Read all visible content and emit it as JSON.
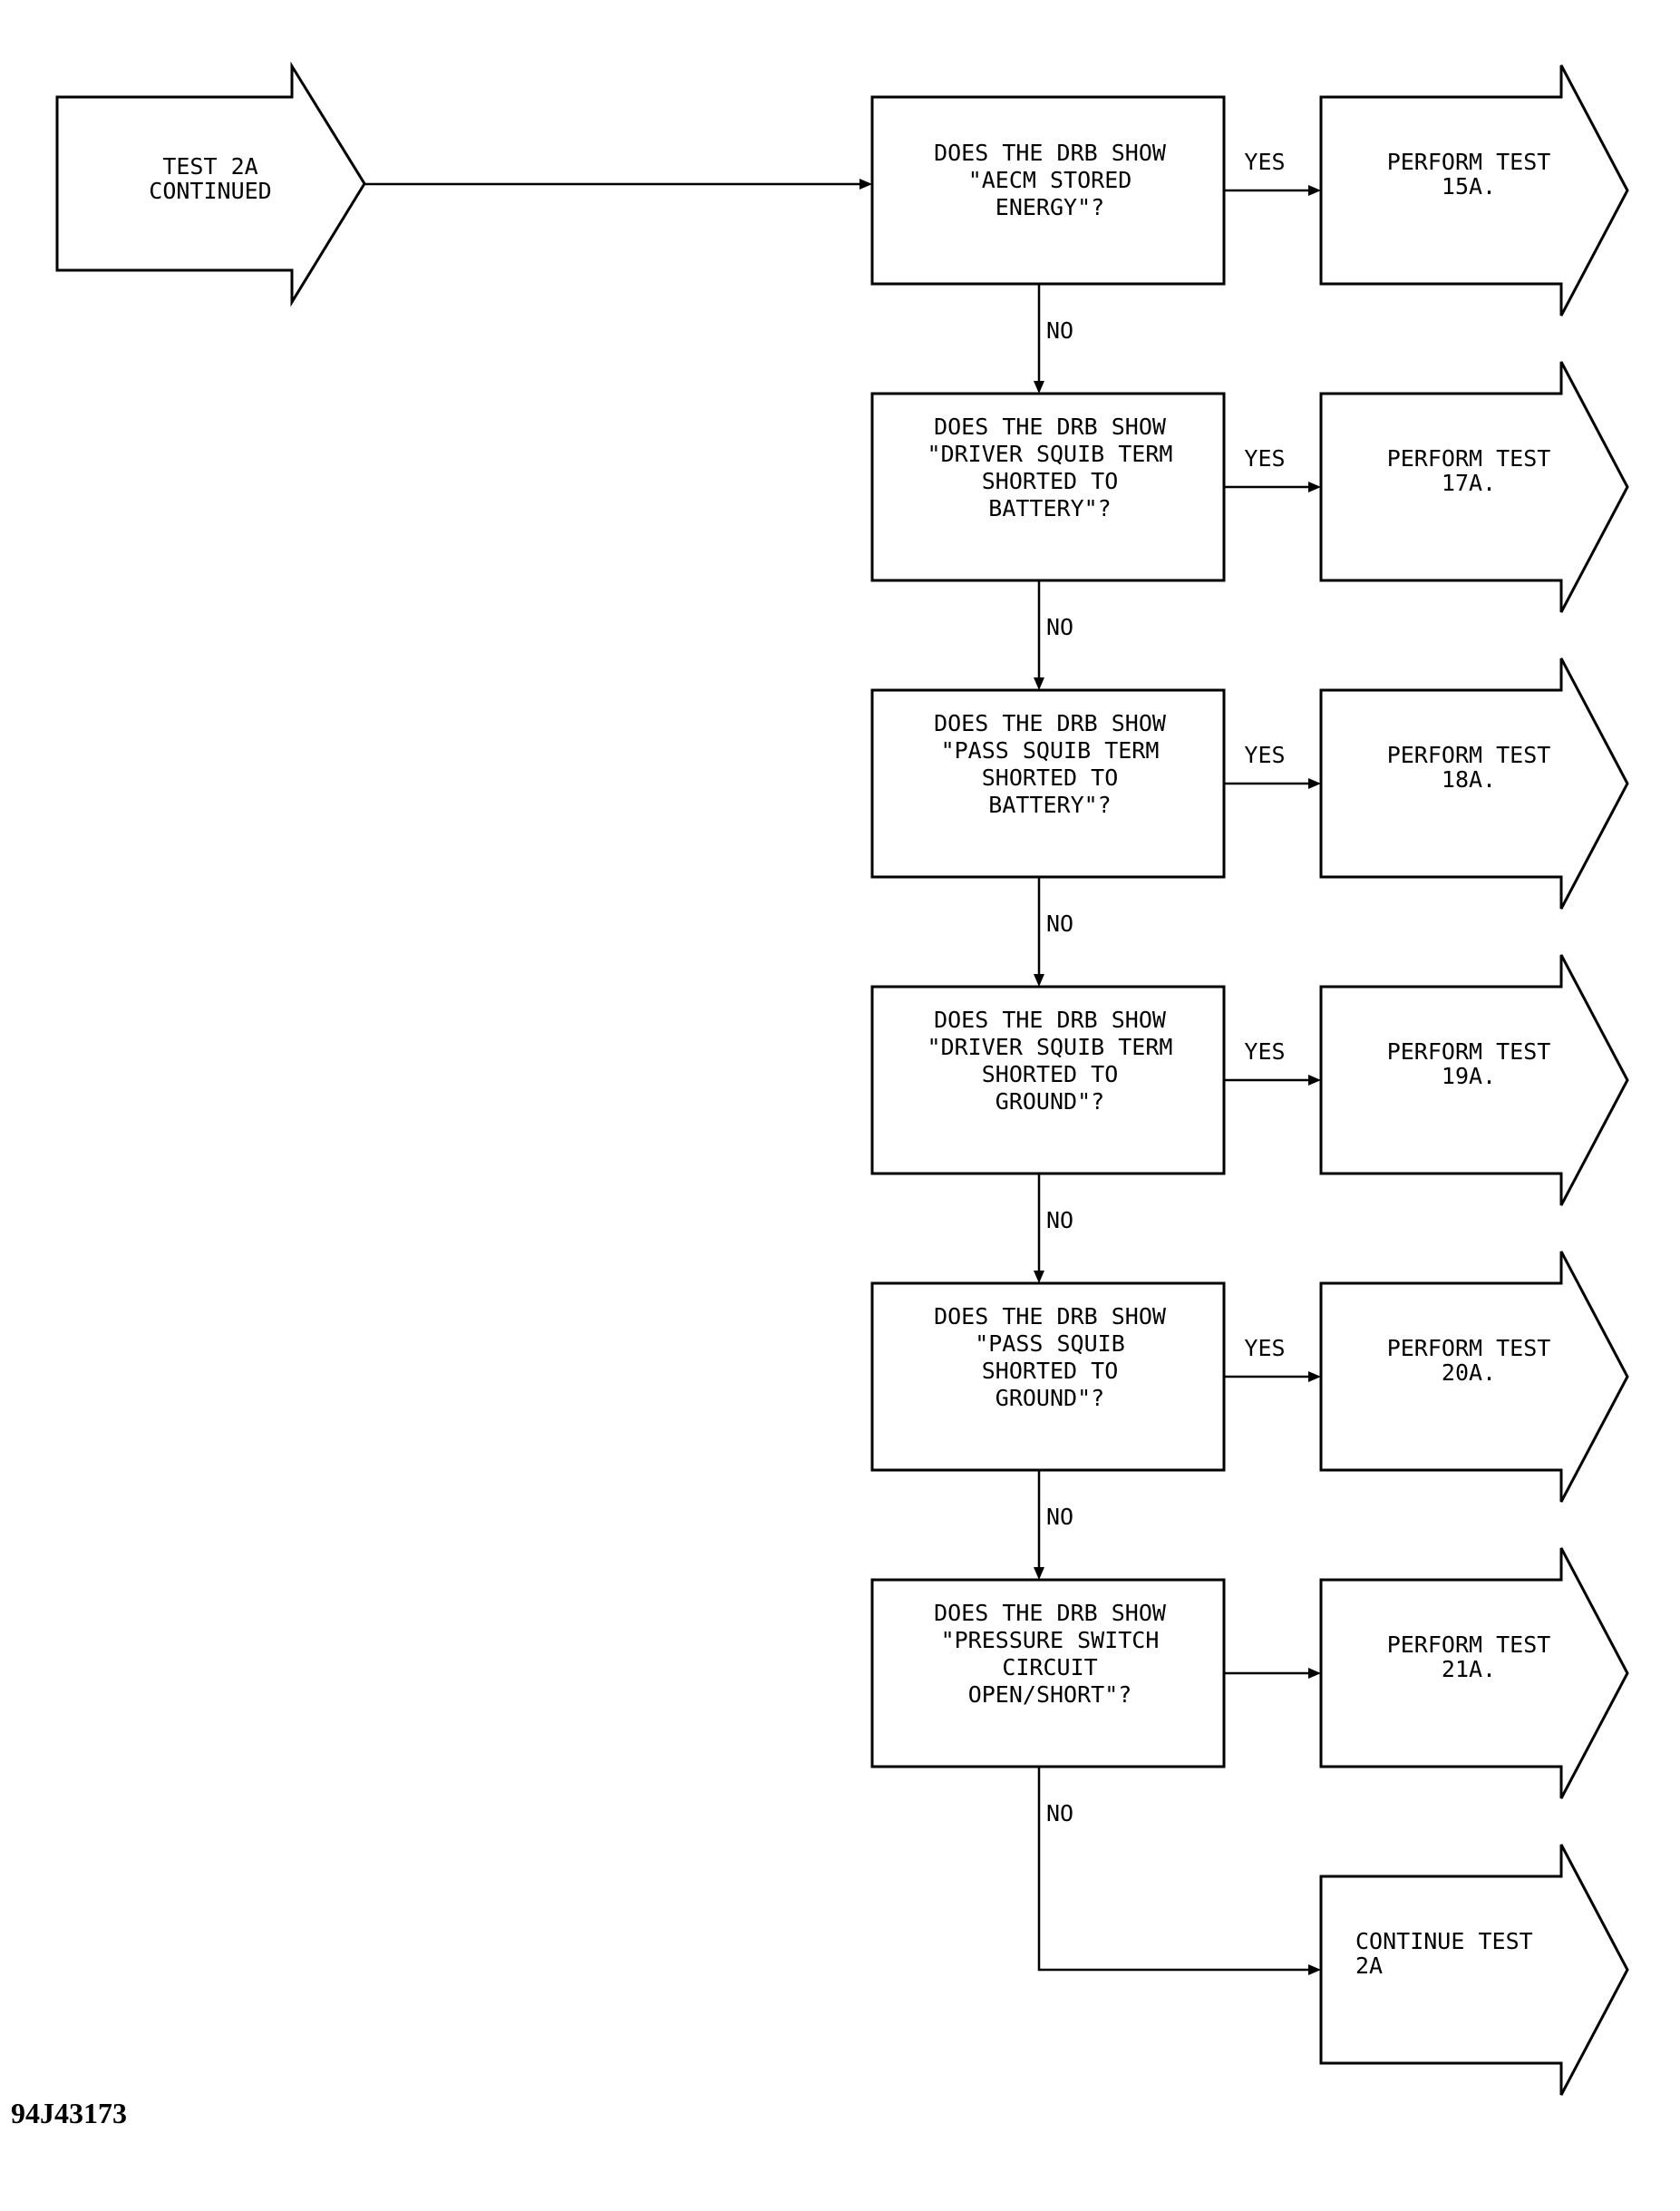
{
  "start": {
    "lines": [
      "TEST 2A",
      "CONTINUED"
    ]
  },
  "yes_label": "YES",
  "no_label": "NO",
  "decisions": [
    {
      "lines": [
        "DOES THE DRB SHOW",
        "\"AECM STORED",
        "ENERGY\"?"
      ],
      "yes_label": "YES",
      "no_label": "NO",
      "action": [
        "PERFORM TEST",
        "15A."
      ]
    },
    {
      "lines": [
        "DOES THE DRB SHOW",
        "\"DRIVER SQUIB TERM",
        "SHORTED TO",
        "BATTERY\"?"
      ],
      "yes_label": "YES",
      "no_label": "NO",
      "action": [
        "PERFORM TEST",
        "17A."
      ]
    },
    {
      "lines": [
        "DOES THE DRB SHOW",
        "\"PASS SQUIB TERM",
        "SHORTED TO",
        "BATTERY\"?"
      ],
      "yes_label": "YES",
      "no_label": "NO",
      "action": [
        "PERFORM TEST",
        "18A."
      ]
    },
    {
      "lines": [
        "DOES THE DRB SHOW",
        "\"DRIVER SQUIB TERM",
        "SHORTED TO",
        "GROUND\"?"
      ],
      "yes_label": "YES",
      "no_label": "NO",
      "action": [
        "PERFORM TEST",
        "19A."
      ]
    },
    {
      "lines": [
        "DOES THE DRB SHOW",
        "\"PASS SQUIB",
        "SHORTED TO",
        "GROUND\"?"
      ],
      "yes_label": "YES",
      "no_label": "NO",
      "action": [
        "PERFORM TEST",
        "20A."
      ]
    },
    {
      "lines": [
        "DOES THE DRB SHOW",
        "\"PRESSURE SWITCH",
        "CIRCUIT",
        "OPEN/SHORT\"?"
      ],
      "yes_label": "",
      "no_label": "NO",
      "action": [
        "PERFORM TEST",
        "21A."
      ]
    }
  ],
  "end": {
    "lines": [
      "CONTINUE TEST",
      "2A"
    ]
  },
  "figure_id": "94J43173"
}
